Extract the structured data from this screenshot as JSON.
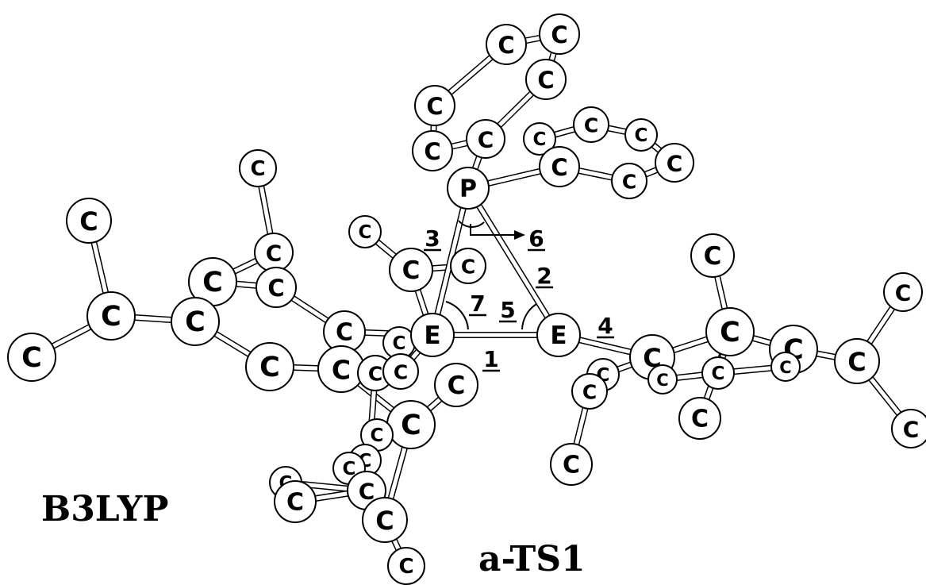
{
  "labels": {
    "method": "B3LYP",
    "structure": "a-TS1"
  },
  "atom_symbols": {
    "carbon": "C",
    "phosphorus": "P",
    "element": "E"
  },
  "parameters": [
    "1",
    "2",
    "3",
    "4",
    "5",
    "6",
    "7"
  ]
}
